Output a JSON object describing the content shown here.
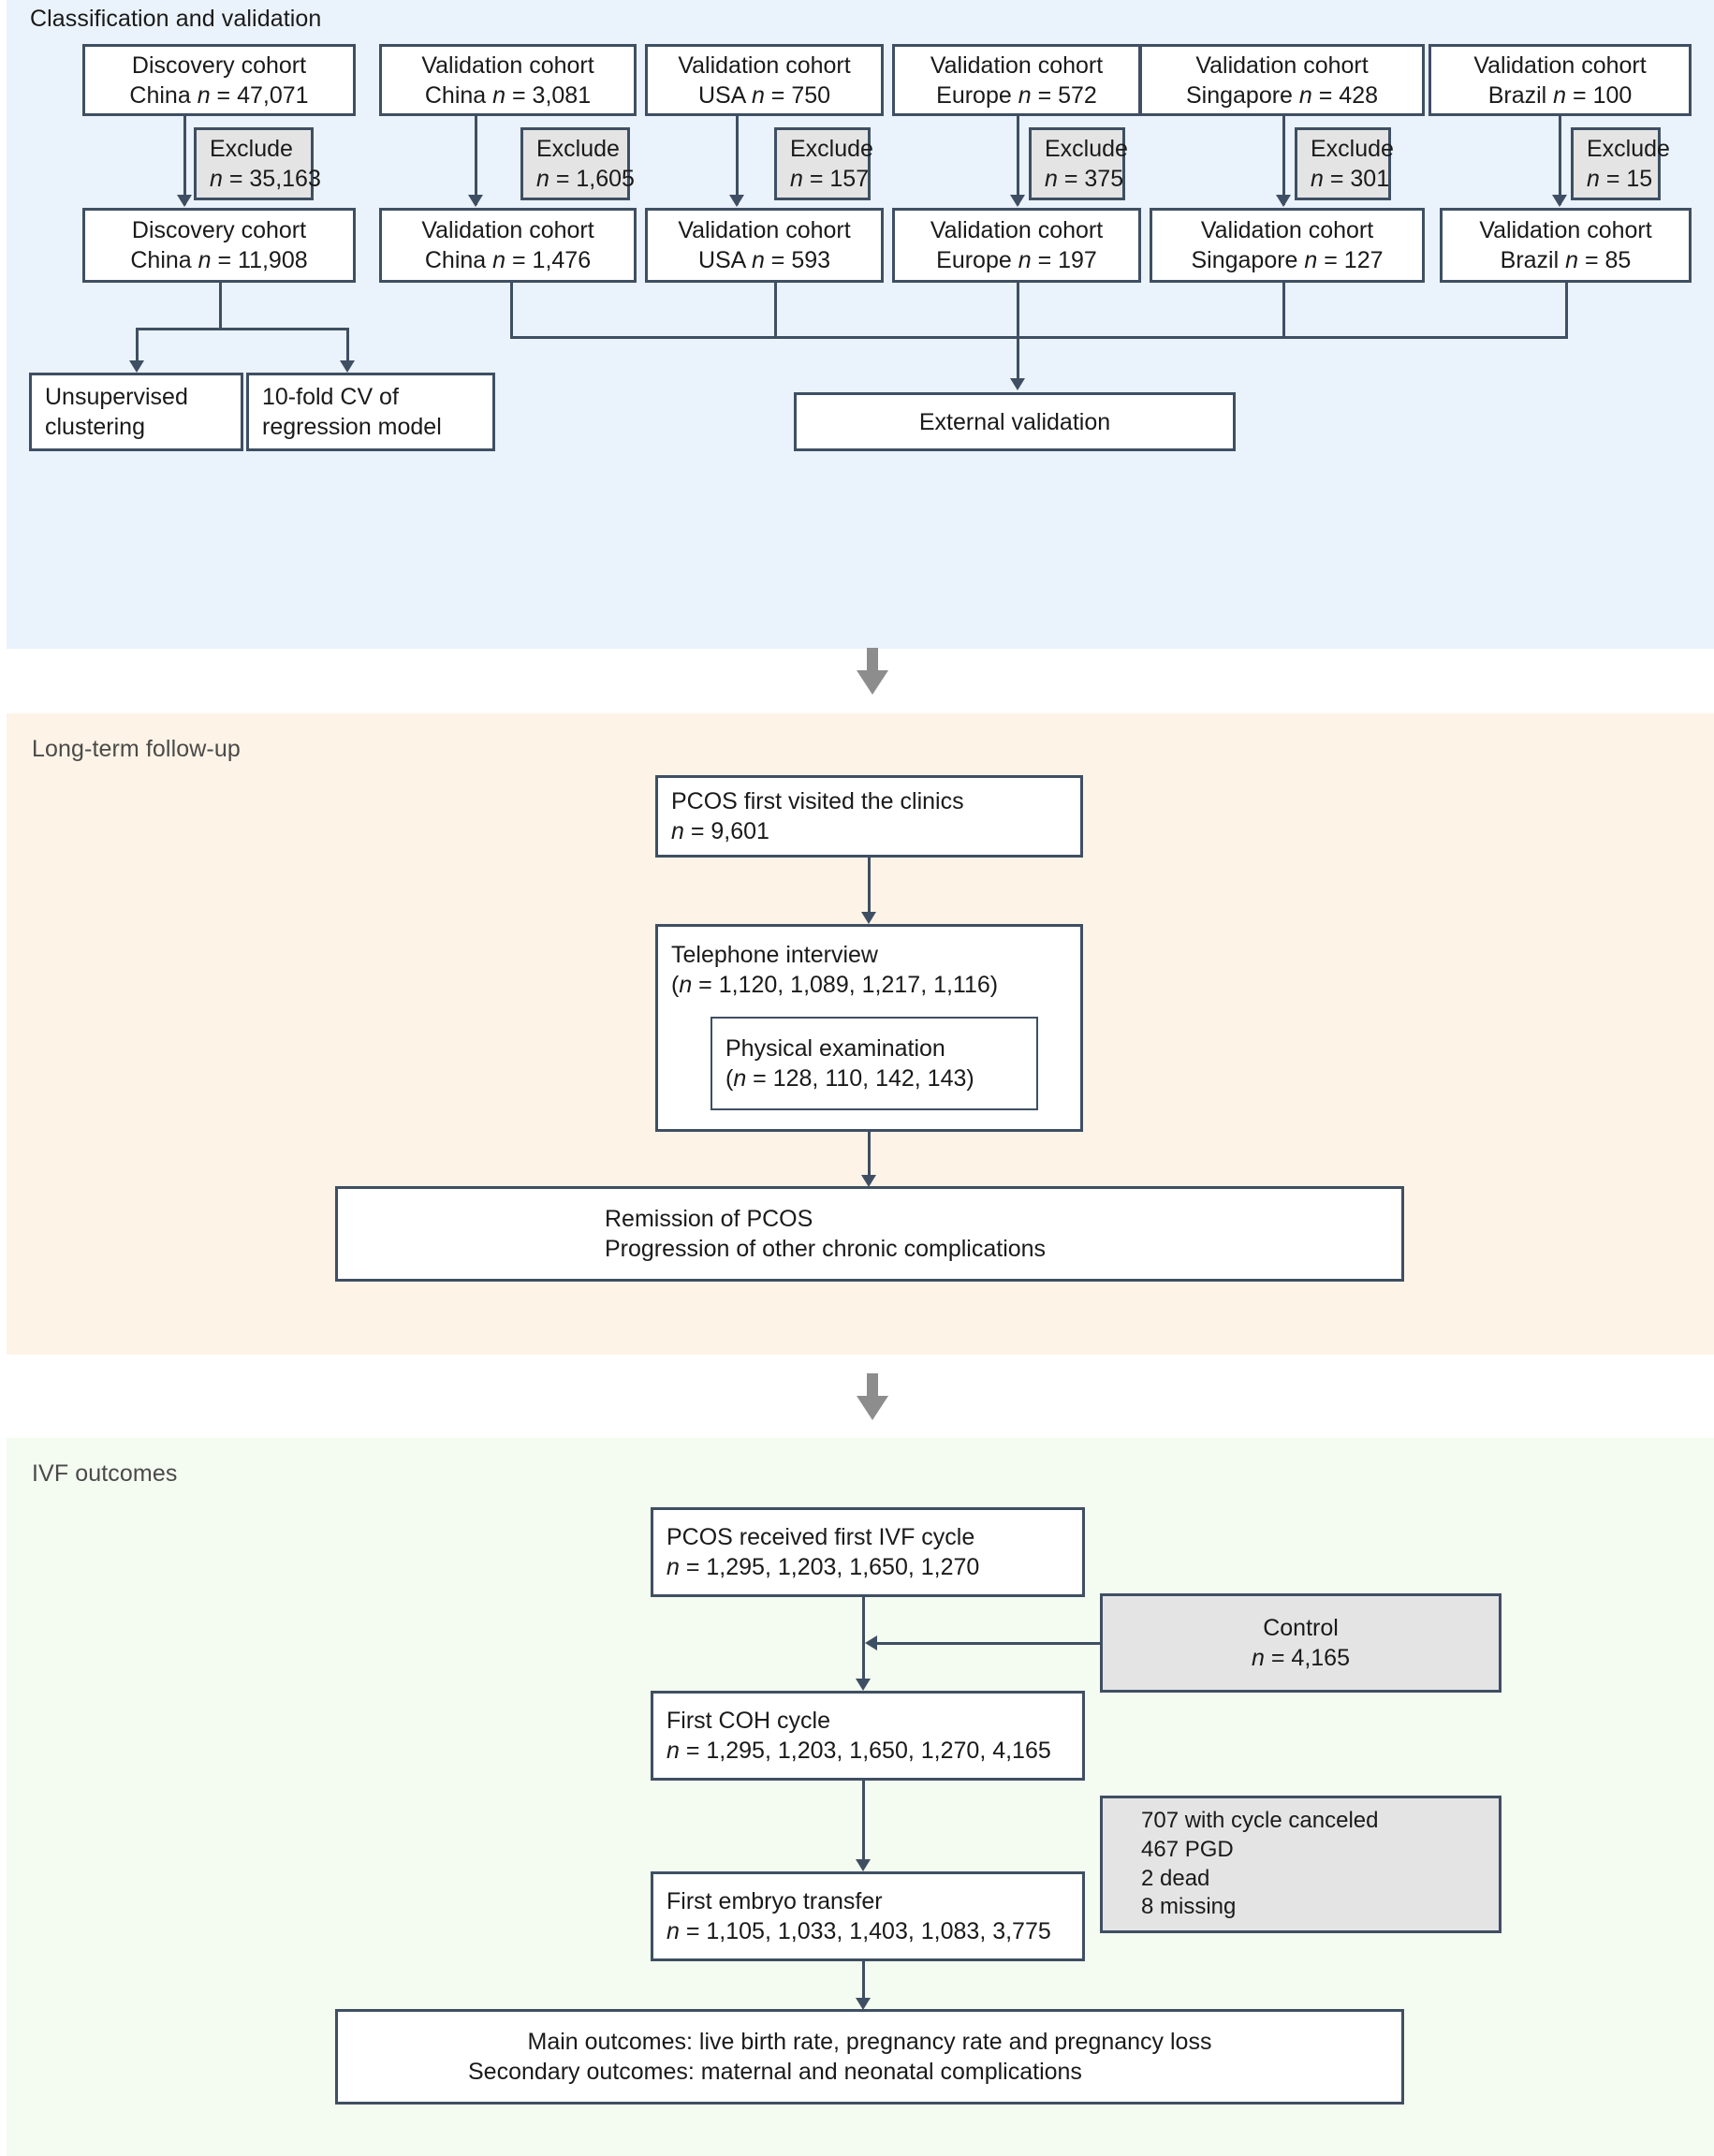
{
  "sections": {
    "classification": {
      "title": "Classification and validation",
      "color": "#eaf2fb"
    },
    "followup": {
      "title": "Long-term follow-up",
      "color": "#fdf3e6"
    },
    "ivf": {
      "title": "IVF outcomes",
      "color": "#f4fbf0"
    }
  },
  "theme": {
    "box_border": "#3f4f63",
    "box_fill": "#ffffff",
    "exclude_fill": "#e4e4e4",
    "connector": "#3f4f63",
    "section_arrow": "#8d8d8d"
  },
  "classification": {
    "top_cohorts": [
      {
        "line1": "Discovery cohort",
        "line2_prefix": "China ",
        "line2_n": "n",
        "line2_value": " = 47,071"
      },
      {
        "line1": "Validation cohort",
        "line2_prefix": "China ",
        "line2_n": "n",
        "line2_value": " = 3,081"
      },
      {
        "line1": "Validation cohort",
        "line2_prefix": "USA ",
        "line2_n": "n",
        "line2_value": " = 750"
      },
      {
        "line1": "Validation cohort",
        "line2_prefix": "Europe ",
        "line2_n": "n",
        "line2_value": " = 572"
      },
      {
        "line1": "Validation cohort",
        "line2_prefix": "Singapore ",
        "line2_n": "n",
        "line2_value": " = 428"
      },
      {
        "line1": "Validation cohort",
        "line2_prefix": "Brazil ",
        "line2_n": "n",
        "line2_value": " = 100"
      }
    ],
    "excludes": [
      {
        "label": "Exclude",
        "n": "n",
        "value": " = 35,163"
      },
      {
        "label": "Exclude",
        "n": "n",
        "value": " = 1,605"
      },
      {
        "label": "Exclude",
        "n": "n",
        "value": " = 157"
      },
      {
        "label": "Exclude",
        "n": "n",
        "value": " = 375"
      },
      {
        "label": "Exclude",
        "n": "n",
        "value": " = 301"
      },
      {
        "label": "Exclude",
        "n": "n",
        "value": " = 15"
      }
    ],
    "bottom_cohorts": [
      {
        "line1": "Discovery cohort",
        "line2_prefix": "China ",
        "line2_n": "n",
        "line2_value": " = 11,908"
      },
      {
        "line1": "Validation cohort",
        "line2_prefix": "China ",
        "line2_n": "n",
        "line2_value": " = 1,476"
      },
      {
        "line1": "Validation cohort",
        "line2_prefix": "USA ",
        "line2_n": "n",
        "line2_value": " = 593"
      },
      {
        "line1": "Validation cohort",
        "line2_prefix": "Europe ",
        "line2_n": "n",
        "line2_value": " = 197"
      },
      {
        "line1": "Validation cohort",
        "line2_prefix": "Singapore ",
        "line2_n": "n",
        "line2_value": " = 127"
      },
      {
        "line1": "Validation cohort",
        "line2_prefix": "Brazil ",
        "line2_n": "n",
        "line2_value": " = 85"
      }
    ],
    "analysis": [
      {
        "line1": "Unsupervised",
        "line2": "clustering"
      },
      {
        "line1": "10-fold CV of",
        "line2": "regression model"
      }
    ],
    "external_validation": "External validation"
  },
  "followup": {
    "first_visit": {
      "line1": "PCOS first visited the clinics",
      "n": "n",
      "value": " = 9,601"
    },
    "telephone": {
      "line1": "Telephone interview",
      "open": "(",
      "n": "n",
      "value": " = 1,120, 1,089, 1,217, 1,116)"
    },
    "physical": {
      "line1": "Physical examination",
      "open": "(",
      "n": "n",
      "value": " = 128, 110, 142, 143)"
    },
    "outcomes": {
      "line1": "Remission of PCOS",
      "line2": "Progression of other chronic complications"
    }
  },
  "ivf": {
    "first_cycle": {
      "line1": "PCOS received first IVF cycle",
      "n": "n",
      "value": " = 1,295, 1,203, 1,650, 1,270"
    },
    "control": {
      "line1": "Control",
      "n": "n",
      "value": " = 4,165"
    },
    "coh": {
      "line1": "First COH cycle",
      "n": "n",
      "value": " = 1,295, 1,203, 1,650, 1,270, 4,165"
    },
    "dropouts": {
      "l1": "707 with cycle canceled",
      "l2": "467 PGD",
      "l3": "2 dead",
      "l4": "8 missing"
    },
    "transfer": {
      "line1": "First embryo transfer",
      "n": "n",
      "value": " = 1,105, 1,033, 1,403, 1,083, 3,775"
    },
    "outcomes": {
      "line1": "Main outcomes: live birth rate, pregnancy rate and pregnancy loss",
      "line2": "Secondary outcomes: maternal and neonatal complications"
    }
  }
}
